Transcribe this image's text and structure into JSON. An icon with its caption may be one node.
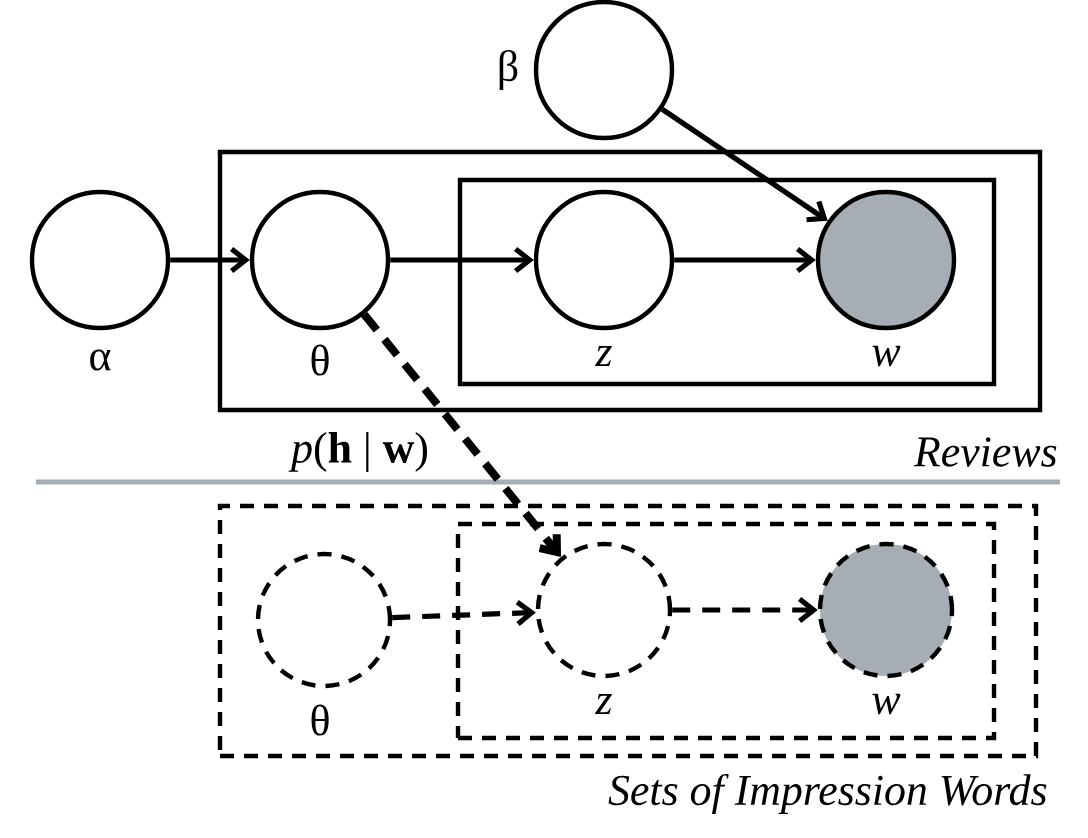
{
  "diagram": {
    "nodes": [
      {
        "text": [],
        "shape": "box"
      },
      {
        "text": [],
        "shape": "box",
        "in": 0
      },
      {
        "text": [],
        "shape": "circle",
        "beside": [
          "α"
        ]
      },
      {
        "text": [],
        "shape": "circle",
        "beside": [
          "β"
        ]
      },
      {
        "text": [],
        "shape": "circle",
        "in": 0,
        "beside": [
          "θ"
        ]
      },
      {
        "text": [],
        "shape": "circle",
        "in": 1,
        "beside": [
          "z"
        ]
      },
      {
        "text": [],
        "shape": "circle",
        "in": 1,
        "beside": [
          "w"
        ]
      },
      {
        "text": [],
        "shape": "box"
      },
      {
        "text": [],
        "shape": "box",
        "in": 7
      },
      {
        "text": [],
        "shape": "circle",
        "in": 7,
        "beside": [
          "θ"
        ]
      },
      {
        "text": [],
        "shape": "circle",
        "in": 8,
        "beside": [
          "z"
        ]
      },
      {
        "text": [],
        "shape": "circle",
        "in": 8,
        "beside": [
          "w"
        ]
      }
    ],
    "edges": [
      {
        "from": 2,
        "to": 4,
        "arrow": "to"
      },
      {
        "from": 4,
        "to": 5,
        "arrow": "to"
      },
      {
        "from": 5,
        "to": 6,
        "arrow": "to"
      },
      {
        "from": 3,
        "to": 6,
        "arrow": "to"
      },
      {
        "from": 4,
        "to": 10,
        "arrow": "to",
        "style": "dashed"
      },
      {
        "from": 9,
        "to": 10,
        "arrow": "to",
        "style": "dashed"
      },
      {
        "from": 10,
        "to": 11,
        "arrow": "to",
        "style": "dashed"
      }
    ],
    "labels": [
      "*p*(**h** | **w**)",
      "Reviews",
      "Sets of Impression Words"
    ]
  }
}
